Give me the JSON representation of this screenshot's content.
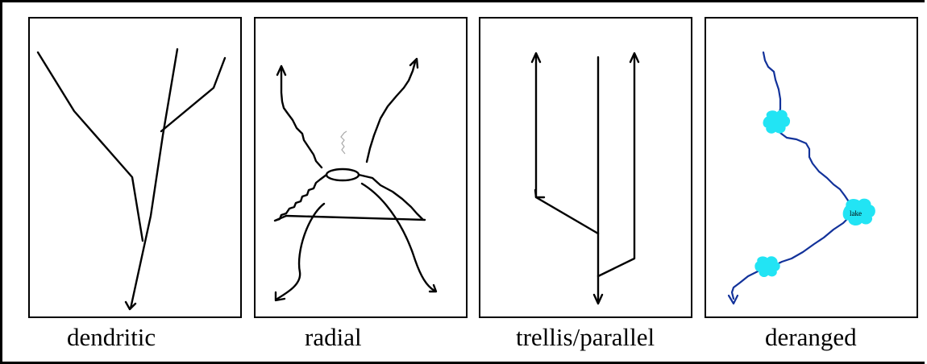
{
  "panels": [
    {
      "id": "dendritic",
      "label": "dendritic"
    },
    {
      "id": "radial",
      "label": "radial"
    },
    {
      "id": "trellis",
      "label": "trellis/parallel"
    },
    {
      "id": "deranged",
      "label": "deranged",
      "lake_label": "lake"
    }
  ],
  "colors": {
    "line": "#000000",
    "river": "#12329a",
    "lake": "#22e4f4",
    "smoke": "#aaaaaa"
  }
}
